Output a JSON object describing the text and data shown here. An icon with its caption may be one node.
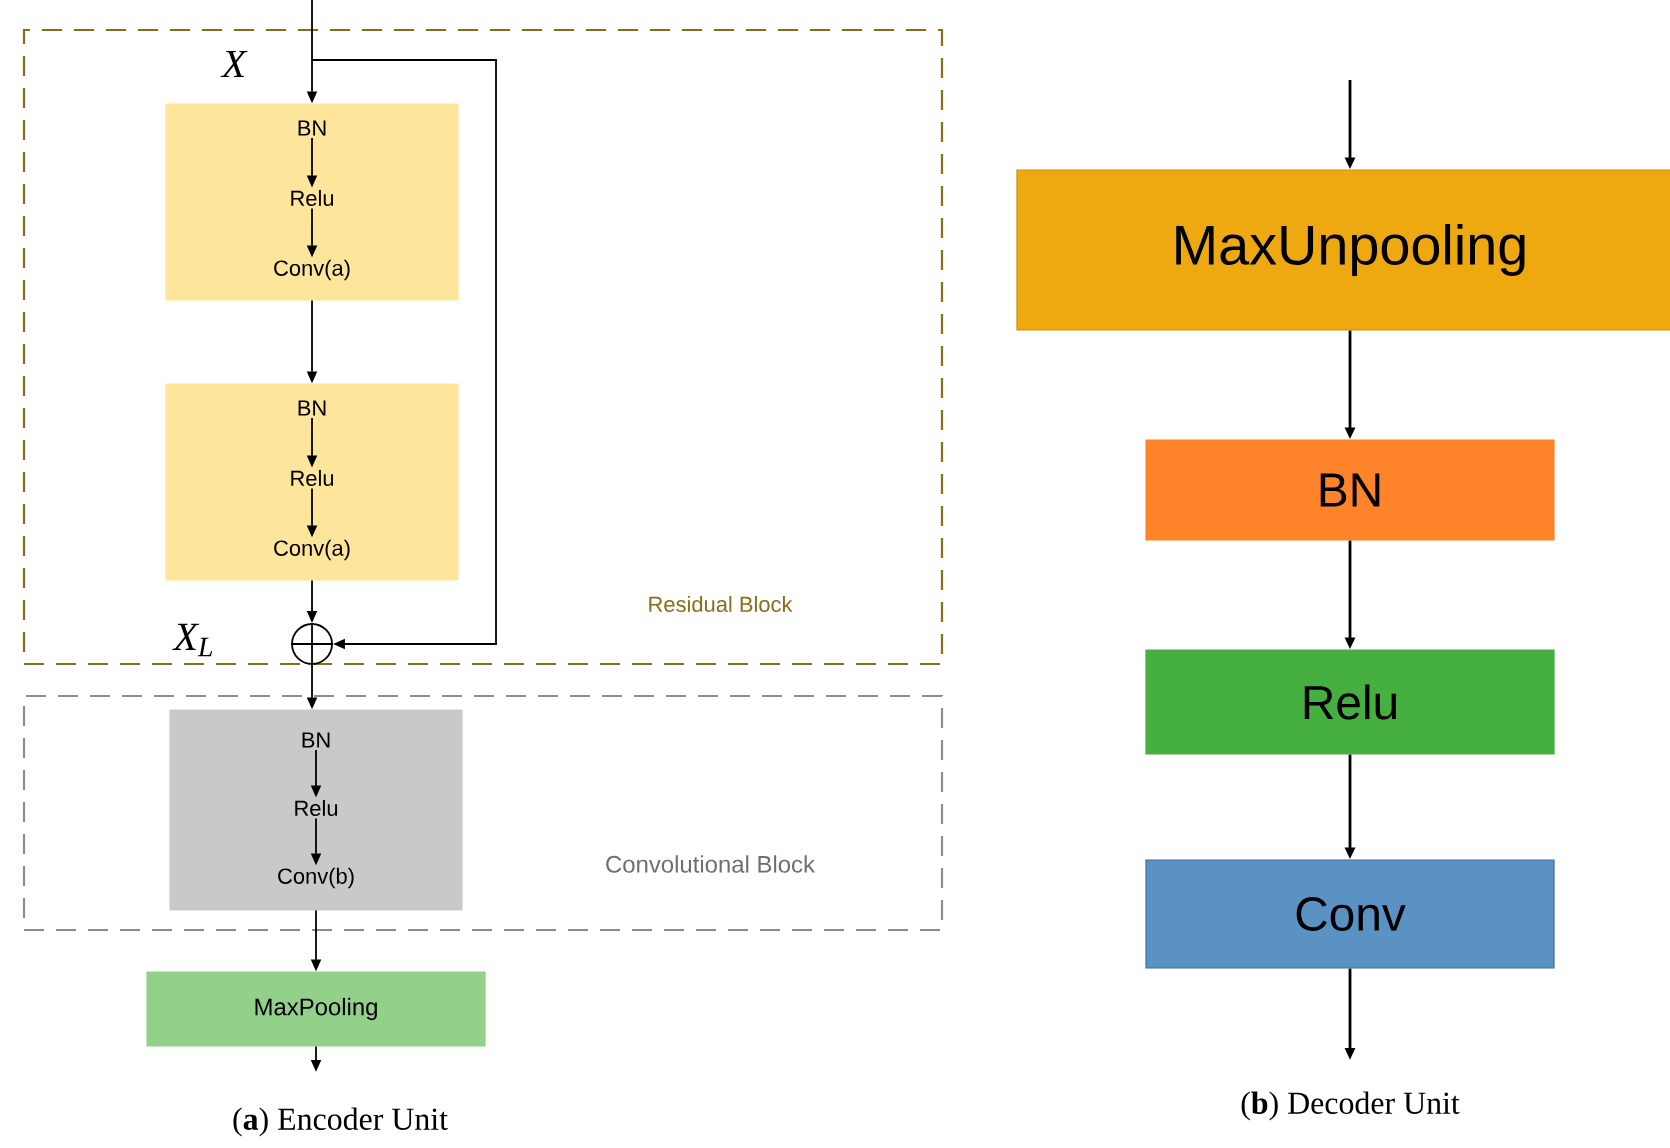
{
  "diagram": {
    "nodes": [
      {
        "text": [
          "Residual Block"
        ]
      },
      {
        "text": [],
        "shape": "box",
        "in": 0
      },
      {
        "text": [
          "BN"
        ],
        "in": 1
      },
      {
        "text": [
          "Relu"
        ],
        "in": 1
      },
      {
        "text": [
          "Conv(a)"
        ],
        "in": 1
      },
      {
        "text": [],
        "shape": "box",
        "in": 0
      },
      {
        "text": [
          "BN"
        ],
        "in": 5
      },
      {
        "text": [
          "Relu"
        ],
        "in": 5
      },
      {
        "text": [
          "Conv(a)"
        ],
        "in": 5
      },
      {
        "text": [],
        "shape": "circle",
        "in": 0
      },
      {
        "text": [
          "Convolutional Block"
        ]
      },
      {
        "text": [],
        "shape": "box",
        "in": 10
      },
      {
        "text": [
          "BN"
        ],
        "in": 11
      },
      {
        "text": [
          "Relu"
        ],
        "in": 11
      },
      {
        "text": [
          "Conv(b)"
        ],
        "in": 11
      },
      {
        "text": [
          "MaxPooling"
        ]
      },
      {
        "text": [
          "MaxUnpooling"
        ]
      },
      {
        "text": [
          "BN"
        ]
      },
      {
        "text": [
          "Relu"
        ]
      },
      {
        "text": [
          "Conv"
        ]
      }
    ],
    "edges": [
      {
        "from": null,
        "to": 1,
        "arrow": "to"
      },
      {
        "from": 2,
        "to": 3,
        "arrow": "to"
      },
      {
        "from": 3,
        "to": 4,
        "arrow": "to"
      },
      {
        "from": 1,
        "to": 5,
        "arrow": "to"
      },
      {
        "from": 6,
        "to": 7,
        "arrow": "to"
      },
      {
        "from": 7,
        "to": 8,
        "arrow": "to"
      },
      {
        "from": 5,
        "to": 9,
        "arrow": "to"
      },
      {
        "from": null,
        "to": 9,
        "arrow": "to"
      },
      {
        "from": 9,
        "to": 11,
        "arrow": "to"
      },
      {
        "from": 12,
        "to": 13,
        "arrow": "to"
      },
      {
        "from": 13,
        "to": 14,
        "arrow": "to"
      },
      {
        "from": 11,
        "to": 15,
        "arrow": "to"
      },
      {
        "from": 15,
        "to": null,
        "arrow": "to"
      },
      {
        "from": null,
        "to": 16,
        "arrow": "to"
      },
      {
        "from": 16,
        "to": 17,
        "arrow": "to"
      },
      {
        "from": 17,
        "to": 18,
        "arrow": "to"
      },
      {
        "from": 18,
        "to": 19,
        "arrow": "to"
      },
      {
        "from": 19,
        "to": null,
        "arrow": "to"
      }
    ],
    "labels": [
      "X",
      "X$_{L}$",
      "(**a**) Encoder Unit",
      "(**b**) Decoder Unit"
    ]
  }
}
